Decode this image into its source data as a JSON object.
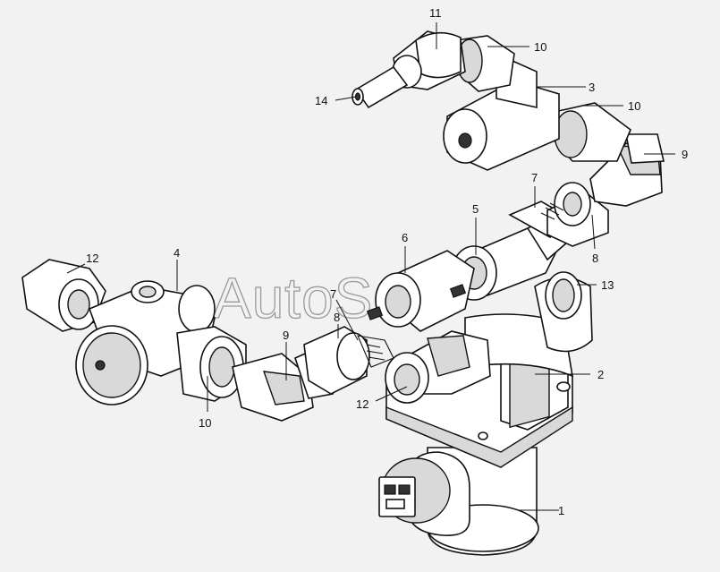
{
  "watermark": "AutoSoft",
  "callouts": {
    "c1": "1",
    "c2": "2",
    "c3": "3",
    "c4": "4",
    "c5": "5",
    "c6": "6",
    "c7a": "7",
    "c7b": "7",
    "c8a": "8",
    "c8b": "8",
    "c9a": "9",
    "c9b": "9",
    "c10a": "10",
    "c10b": "10",
    "c10c": "10",
    "c11": "11",
    "c12a": "12",
    "c12b": "12",
    "c13": "13",
    "c14": "14"
  }
}
